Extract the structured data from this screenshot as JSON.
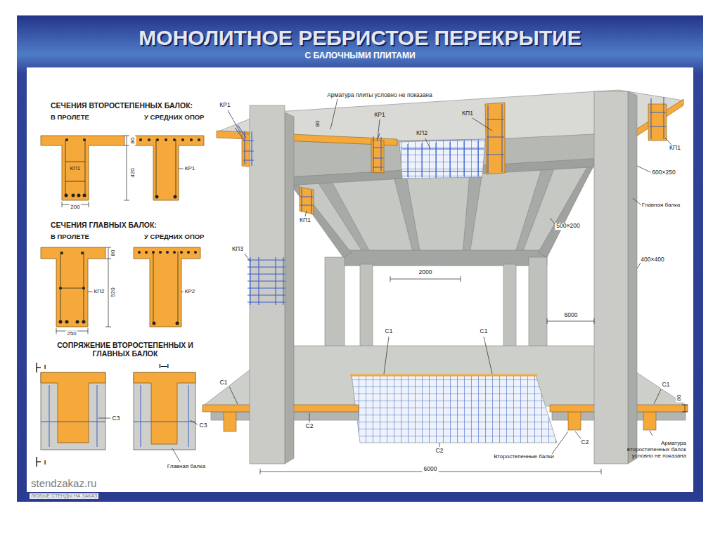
{
  "diagram": {
    "title": "МОНОЛИТНОЕ РЕБРИСТОЕ ПЕРЕКРЫТИЕ",
    "labels": [
      "С БАЛОЧНЫМИ ПЛИТАМИ",
      "СЕЧЕНИЯ ВТОРОСТЕПЕННЫХ БАЛОК:",
      "В ПРОЛЕТЕ",
      "У СРЕДНИХ ОПОР",
      "80",
      "420",
      "КП1",
      "КР1",
      "200",
      "СЕЧЕНИЯ ГЛАВНЫХ БАЛОК:",
      "В ПРОЛЕТЕ",
      "У СРЕДНИХ ОПОР",
      "80",
      "520",
      "КП2",
      "КР2",
      "250",
      "СОПРЯЖЕНИЕ ВТОРОСТЕПЕННЫХ И ГЛАВНЫХ БАЛОК",
      "I",
      "I—I",
      "С3",
      "С3",
      "I",
      "Главная балка",
      "Арматура плиты условно не показана",
      "КР1",
      "КР1",
      "КП1",
      "80",
      "КП2",
      "КП1",
      "600×250",
      "Главная балка",
      "КП1",
      "500×200",
      "КП3",
      "400×400",
      "2000",
      "6000",
      "С1",
      "С1",
      "С1",
      "С1",
      "80",
      "С2",
      "С2",
      "С2",
      "Второстепенные балки",
      "Арматура второстепенных балок условно не показана",
      "6000",
      "stendzakaz.ru",
      "ЛЮБЫЕ СТЕНДЫ НА ЗАКАЗ"
    ]
  }
}
